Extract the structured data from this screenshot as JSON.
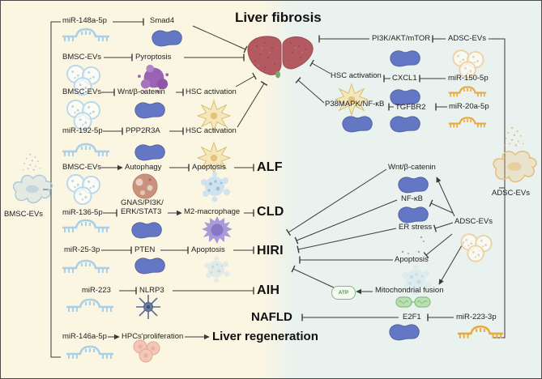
{
  "title": "Liver fibrosis",
  "sources": {
    "bmsc": "BMSC-EVs",
    "adsc": "ADSC-EVs"
  },
  "diseases": {
    "alf": "ALF",
    "cld": "CLD",
    "hiri": "HIRI",
    "aih": "AIH",
    "nafld": "NAFLD",
    "regen": "Liver regeneration"
  },
  "left": {
    "r1": {
      "a": "miR-148a-5p",
      "b": "Smad4"
    },
    "r2": {
      "a": "BMSC-EVs",
      "b": "Pyroptosis"
    },
    "r3": {
      "a": "BMSC-EVs",
      "b": "Wnt/β-catenin",
      "c": "HSC activation"
    },
    "r4": {
      "a": "miR-192-5p",
      "b": "PPP2R3A",
      "c": "HSC activation"
    },
    "r5": {
      "a": "BMSC-EVs",
      "b": "Autophagy",
      "c": "Apoptosis"
    },
    "r6": {
      "a": "miR-136-5p",
      "b1": "GNAS/PI3K/",
      "b2": "ERK/STAT3",
      "c": "M2-macrophage"
    },
    "r7": {
      "a": "miR-25-3p",
      "b": "PTEN",
      "c": "Apoptosis"
    },
    "r8": {
      "a": "miR-223",
      "b": "NLRP3"
    },
    "r9": {
      "a": "miR-146a-5p",
      "b": "HPCs'proliferation"
    }
  },
  "right": {
    "r1": {
      "a": "PI3K/AKT/mTOR",
      "b": "ADSC-EVs"
    },
    "r2": {
      "a": "HSC activation",
      "b": "CXCL1",
      "c": "miR-150-5p"
    },
    "r3": {
      "a": "P38MAPK/NF-κB",
      "b": "TGFBR2",
      "c": "miR-20a-5p"
    },
    "nafld_row": {
      "a": "E2F1",
      "b": "miR-223-3p"
    }
  },
  "cluster": {
    "wnt": "Wnt/β-catenin",
    "nfkb": "NF-κB",
    "er": "ER stress",
    "apoptosis": "Apoptosis",
    "mito": "Mitochondrial fusion",
    "atp": "ATP",
    "adsc": "ADSC-EVs"
  },
  "colors": {
    "bg_left": "#fbf6e2",
    "bg_right": "#e9f2ee",
    "line": "#3a3a3a",
    "protein_blob": "#6377c5",
    "mirna_blue": "#a9d0e8",
    "mirna_orange": "#e9a93c",
    "liver": "#b25a5f",
    "hsc_star": "#f6e7bb",
    "pyroptosis": "#9a63b3",
    "macrophage": "#a89bd8",
    "mitochondria": "#b9dfb2"
  }
}
